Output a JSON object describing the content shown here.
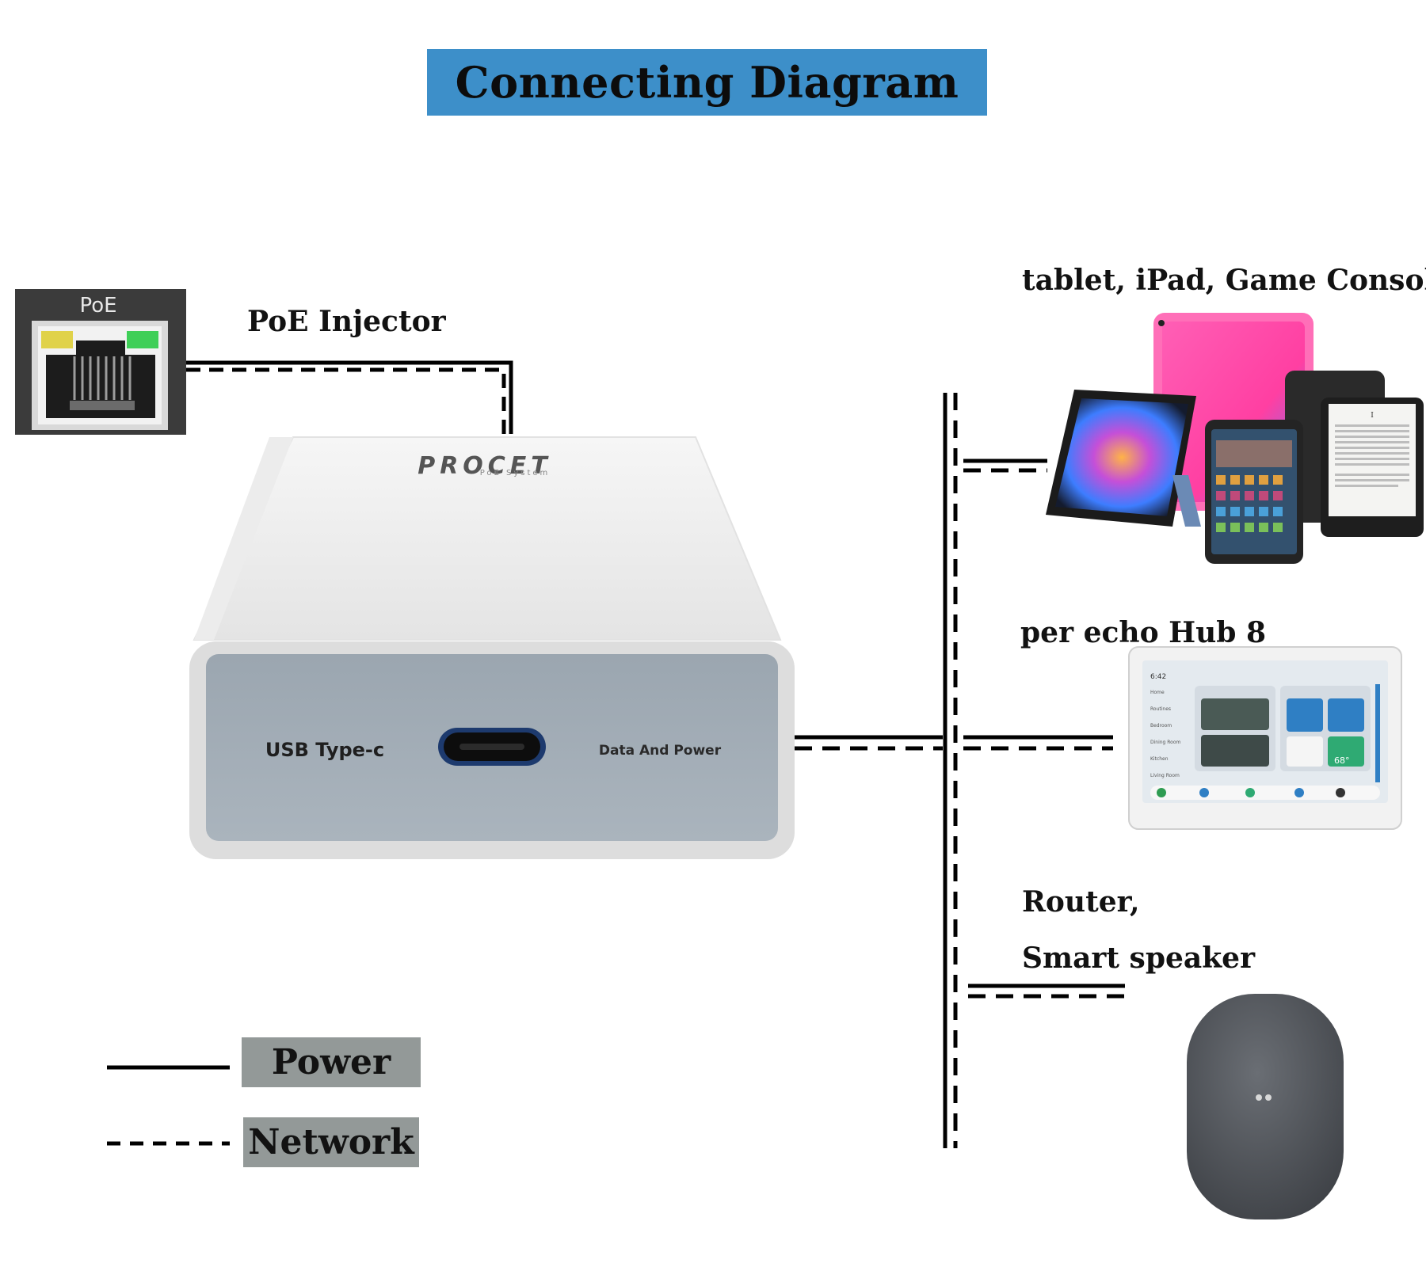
{
  "title": "Connecting Diagram",
  "labels": {
    "poe_injector": "PoE Injector",
    "tablets": "tablet, iPad, Game Console",
    "echo": "per echo Hub 8",
    "router": "Router,",
    "speaker": "Smart speaker"
  },
  "poe_port": {
    "label": "PoE"
  },
  "device": {
    "brand": "PROCET",
    "sub_brand": "PoE System",
    "port_left_label": "USB Type-c",
    "port_right_label": "Data And Power"
  },
  "hub_screen": {
    "time": "6:42",
    "sidebar": [
      "Home",
      "Routines",
      "Bedroom",
      "Dining Room",
      "Kitchen",
      "Living Room"
    ],
    "temp": "68°"
  },
  "ereader": {
    "heading": "I"
  },
  "legend": {
    "power": "Power",
    "network": "Network"
  },
  "colors": {
    "title_bar": "#3d8fc9",
    "legend_box": "#939998",
    "device_face": "#a3aeb8",
    "poe_frame": "#3a3a3a"
  }
}
